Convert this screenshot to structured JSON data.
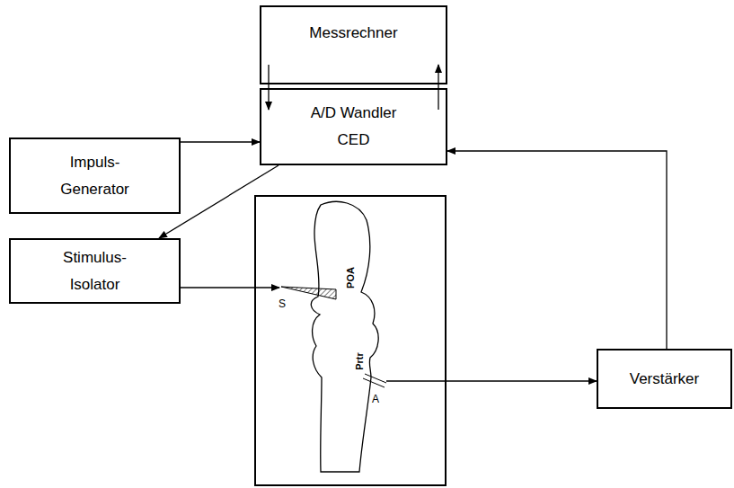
{
  "diagram": {
    "nodes": [
      {
        "text": [
          "Messrechner"
        ]
      },
      {
        "text": [
          "A/D Wandler CED"
        ]
      },
      {
        "text": [
          "Impuls- Generator"
        ]
      },
      {
        "text": [
          "Stimulus- Isolator"
        ]
      },
      {
        "text": [
          "POA",
          "Prtr",
          "S",
          "A"
        ]
      },
      {
        "text": [
          "Verstärker"
        ]
      }
    ],
    "edges": [
      {
        "from": 0,
        "to": 1,
        "arrow": "to"
      },
      {
        "from": 1,
        "to": 0,
        "arrow": "to"
      },
      {
        "from": 2,
        "to": 1,
        "arrow": "to"
      },
      {
        "from": 1,
        "to": 3,
        "arrow": "to"
      },
      {
        "from": 3,
        "to": 4,
        "arrow": "to"
      },
      {
        "from": 4,
        "to": 5,
        "arrow": "to"
      },
      {
        "from": 5,
        "to": 1,
        "arrow": "to"
      }
    ]
  }
}
